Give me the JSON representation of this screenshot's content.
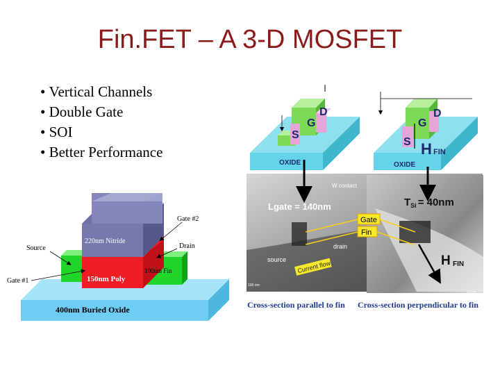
{
  "slide": {
    "title": "Fin.FET – A 3-D MOSFET",
    "bullets": [
      "Vertical Channels",
      "Double Gate",
      "SOI",
      "Better Performance"
    ]
  },
  "device_diagram": {
    "nitride_label": "220nm Nitride",
    "poly_label": "150nm Poly",
    "fin_label": "100nm Fin",
    "oxide_label": "400nm Buried Oxide",
    "source_label": "Source",
    "drain_label": "Drain",
    "gate1_label": "Gate #1",
    "gate2_label": "Gate #2"
  },
  "schematics": {
    "left": {
      "d": "D",
      "g": "G",
      "s": "S",
      "oxide": "OXIDE"
    },
    "right": {
      "d": "D",
      "g": "G",
      "s": "S",
      "h": "H",
      "h_sub": "FIN",
      "oxide": "OXIDE"
    }
  },
  "micrographs": {
    "w_contact": "W contact",
    "lgate": "Lgate = 140nm",
    "tsi": "T",
    "tsi_sub": "Si",
    "tsi_value": "= 40nm",
    "gate": "Gate",
    "fin": "Fin",
    "drain": "drain",
    "source": "source",
    "current_flow": "Current flow",
    "scale_left": "100 nm",
    "scale_right": "10 nm",
    "hfin": "H",
    "hfin_sub": "FIN",
    "caption_parallel": "Cross-section parallel to fin",
    "caption_perpendicular": "Cross-section perpendicular to fin"
  },
  "colors": {
    "title": "#8b1a1a",
    "schematic_green": "#7ed957",
    "schematic_pink": "#e6a5d9",
    "oxide_cyan": "#66d4e8",
    "poly_red": "#ee1c25",
    "fin_green": "#21d62a",
    "nitride_purple": "#7779ae",
    "buried_oxide": "#7fd3f5"
  }
}
